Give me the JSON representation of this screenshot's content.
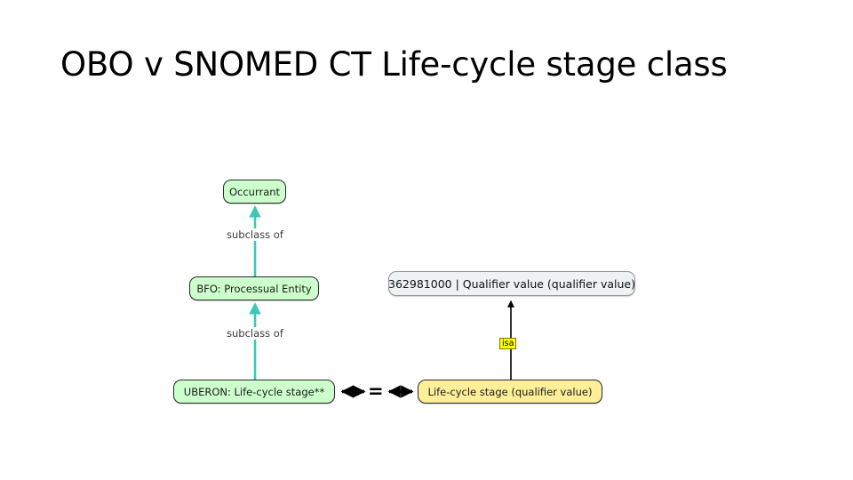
{
  "slide": {
    "title": "OBO v SNOMED CT Life-cycle stage class",
    "background_color": "#ffffff"
  },
  "colors": {
    "obo_node_fill": "#ccffcc",
    "obo_node_border": "#2a2a2a",
    "snomed_parent_fill": "#eef2f3",
    "snomed_parent_border": "#8d9699",
    "snomed_child_fill": "#ffef99",
    "snomed_child_border": "#2a2a2a",
    "subclass_arrow": "#3cc8b4",
    "isa_arrow": "#000000",
    "isa_label_highlight": "#ffff00",
    "equivalence_arrow": "#000000"
  },
  "diagram": {
    "type": "ontology-mapping-diagram",
    "nodes": [
      {
        "id": "occurrant",
        "label": "Occurrant",
        "group": "OBO",
        "fill": "#ccffcc"
      },
      {
        "id": "bfo-processual-entity",
        "label": "BFO: Processual Entity",
        "group": "OBO",
        "fill": "#ccffcc"
      },
      {
        "id": "uberon-life-cycle-stage",
        "label": "UBERON: Life-cycle stage**",
        "group": "OBO",
        "fill": "#ccffcc"
      },
      {
        "id": "snomed-qualifier-value",
        "label": "362981000 | Qualifier value (qualifier value)",
        "group": "SNOMED CT",
        "fill": "#eef2f3"
      },
      {
        "id": "snomed-life-cycle-stage",
        "label": "Life-cycle stage (qualifier value)",
        "group": "SNOMED CT",
        "fill": "#ffef99"
      }
    ],
    "edges": [
      {
        "id": "edge-bfo-to-occurrant",
        "from": "bfo-processual-entity",
        "to": "occurrant",
        "label": "subclass of",
        "color": "#3cc8b4",
        "style": "solid-arrow-up"
      },
      {
        "id": "edge-uberon-to-bfo",
        "from": "uberon-life-cycle-stage",
        "to": "bfo-processual-entity",
        "label": "subclass of",
        "color": "#3cc8b4",
        "style": "solid-arrow-up"
      },
      {
        "id": "edge-snomed-isa",
        "from": "snomed-life-cycle-stage",
        "to": "snomed-qualifier-value",
        "label": "isa",
        "color": "#000000",
        "style": "solid-arrow-up"
      },
      {
        "id": "edge-equivalence",
        "from": "uberon-life-cycle-stage",
        "to": "snomed-life-cycle-stage",
        "label": "=",
        "color": "#000000",
        "style": "double-headed-equivalence"
      }
    ]
  }
}
